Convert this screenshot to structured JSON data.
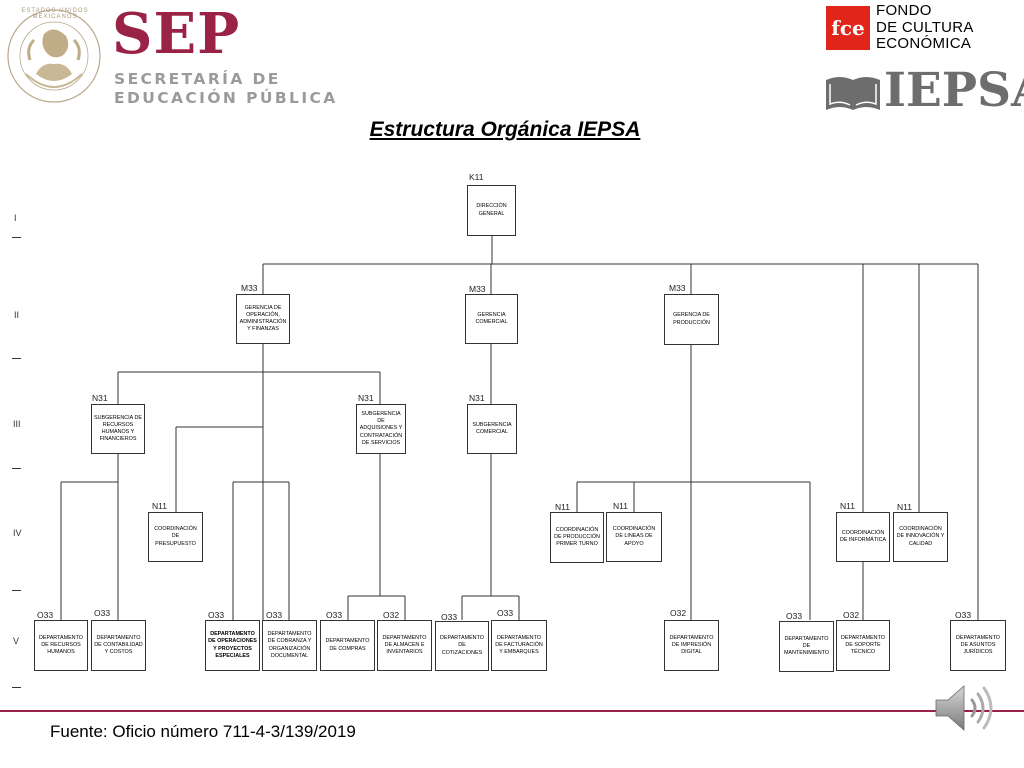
{
  "header": {
    "sep_word": "SEP",
    "sep_sub_line1": "SECRETARÍA DE",
    "sep_sub_line2": "EDUCACIÓN PÚBLICA",
    "seal_text": "ESTADOS UNIDOS MEXICANOS",
    "fce_line1": "FONDO",
    "fce_line2": "DE CULTURA",
    "fce_line3": "ECONÓMICA",
    "fce_mark": "fce",
    "iepsa_word": "IEPSA",
    "brand_color": "#9b2247",
    "fce_red": "#e1251b"
  },
  "title": "Estructura Orgánica IEPSA",
  "levels": [
    "I",
    "II",
    "III",
    "IV",
    "V"
  ],
  "codes": {
    "k11": "K11",
    "m33a": "M33",
    "m33b": "M33",
    "m33c": "M33",
    "n31a": "N31",
    "n31b": "N31",
    "n31c": "N31",
    "n11a": "N11",
    "n11b": "N11",
    "n11c": "N11",
    "n11d": "N11",
    "n11e": "N11",
    "o33a": "O33",
    "o33b": "O33",
    "o33c": "O33",
    "o33d": "O33",
    "o33e": "O33",
    "o32a": "O32",
    "o33f": "O33",
    "o33g": "O33",
    "o32b": "O32",
    "o33h": "O33",
    "o32c": "O32",
    "o33i": "O33"
  },
  "boxes": {
    "direccion": "DIRECCIÓN GENERAL",
    "gerencia_operacion": "GERENCIA DE OPERACIÓN, ADMINISTRACIÓN Y FINANZAS",
    "gerencia_comercial": "GERENCIA COMERCIAL",
    "gerencia_produccion": "GERENCIA DE PRODUCCIÓN",
    "sub_rh": "SUBGERENCIA DE RECURSOS HUMANOS Y FINANCIEROS",
    "sub_adquisiciones": "SUBGERENCIA DE ADQUISIONES Y CONTRATACIÓN DE SERVICIOS",
    "sub_comercial": "SUBGERENCIA COMERCIAL",
    "coord_presupuesto": "COORDINACIÓN DE PRESUPUESTO",
    "coord_produccion": "COORDINACIÓN DE PRODUCCIÓN PRIMER TURNO",
    "coord_lineas": "COORDINACIÓN DE LINEAS DE APOYO",
    "coord_informatica": "COORDINACIÓN DE INFORMÁTICA",
    "coord_innovacion": "COORDINACIÓN DE INNOVACIÓN Y CALIDAD",
    "dep_rh": "DEPARTAMENTO DE RECURSOS HUMANOS",
    "dep_contabilidad": "DEPARTAMENTO DE CONTABILIDAD Y COSTOS",
    "dep_operaciones": "DEPARTAMENTO DE OPERACIONES Y PROYECTOS ESPECIALES",
    "dep_cobranza": "DEPARTAMENTO DE COBRANZA Y ORGANIZACIÓN DOCUMENTAL",
    "dep_compras": "DEPARTAMENTO DE COMPRAS",
    "dep_almacen": "DEPARTAMENTO DE ALMACEN E INVENTARIOS",
    "dep_cotizaciones": "DEPARTAMENTO DE COTIZACIONES",
    "dep_facturacion": "DEPARTAMENTO DE FACTURACIÓN Y EMBARQUES",
    "dep_impresion": "DEPARTAMENTO DE IMPRESIÓN DIGITAL",
    "dep_mantenimiento": "DEPARTAMENTO DE MANTENIMIENTO",
    "dep_soporte": "DEPARTAMENTO DE SOPORTE TÉCNICO",
    "dep_juridicos": "DEPARTAMENTO DE ASUNTOS JURÍDICOS"
  },
  "footer": {
    "fuente": "Fuente:  Oficio número 711-4-3/139/2019"
  },
  "icons": {
    "speaker": "speaker-icon"
  }
}
